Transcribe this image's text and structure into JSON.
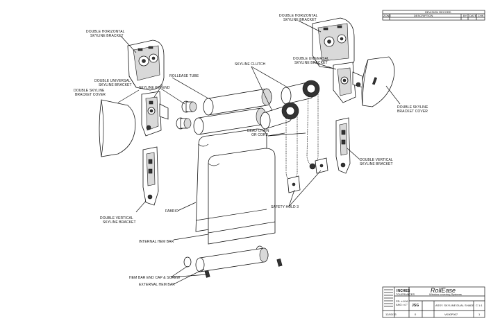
{
  "labels": {
    "double_horizontal_left": [
      "DOUBLE HORIZONTAL",
      "SKYLINE BRACKET"
    ],
    "double_horizontal_right": [
      "DOUBLE HORIZONTAL",
      "SKYLINE BRACKET"
    ],
    "rollease_tube": "ROLLEASE TUBE",
    "skyline_clutch": "SKYLINE CLUTCH",
    "double_universal_left": [
      "DOUBLE UNIVERSAL",
      "SKYLINE BRACKET"
    ],
    "double_universal_right": [
      "DOUBLE UNIVERSAL",
      "SKYLINE BRACKET"
    ],
    "skyline_pin_end": "SKYLINE PIN-END",
    "cover_left": [
      "DOUBLE SKYLINE",
      "BRACKET COVER"
    ],
    "cover_right": [
      "DOUBLE SKYLINE",
      "BRACKET COVER"
    ],
    "bead_chain": [
      "BEAD CHAIN",
      "OR CORD"
    ],
    "vertical_right": [
      "DOUBLE VERTICAL",
      "SKYLINE BRACKET"
    ],
    "vertical_left": [
      "DOUBLE VERTICAL",
      "SKYLINE BRACKET"
    ],
    "fabric": "FABRIC",
    "safety_hold": "SAFETY HOLD 3",
    "internal_hem_bar": "INTERNAL HEM BAR",
    "hem_bar_end_cap": "HEM BAR END CAP & SCREW",
    "external_hem_bar": "EXTERNAL HEM BAR"
  },
  "revision_block": {
    "title": "REVISION RECORD",
    "columns": [
      "ZONE",
      "DESCRIPTION",
      "BY",
      "DATE",
      "CHK"
    ]
  },
  "title_block": {
    "units": "INCHES",
    "tolerance_label": "TOLERANCES",
    "tol_lines": [
      "FR: ±1/16",
      "ANG: ±1°"
    ],
    "brand": "RollEase",
    "tagline": "Window covering Systems",
    "drawn_by": "JSG",
    "description": "ASSY. SKYLINE DUAL SHADE",
    "sheet_size": "C 1:1",
    "date": "12/03/13",
    "revision": "0",
    "part_number": "VK00P007",
    "sheet_no": "1"
  }
}
